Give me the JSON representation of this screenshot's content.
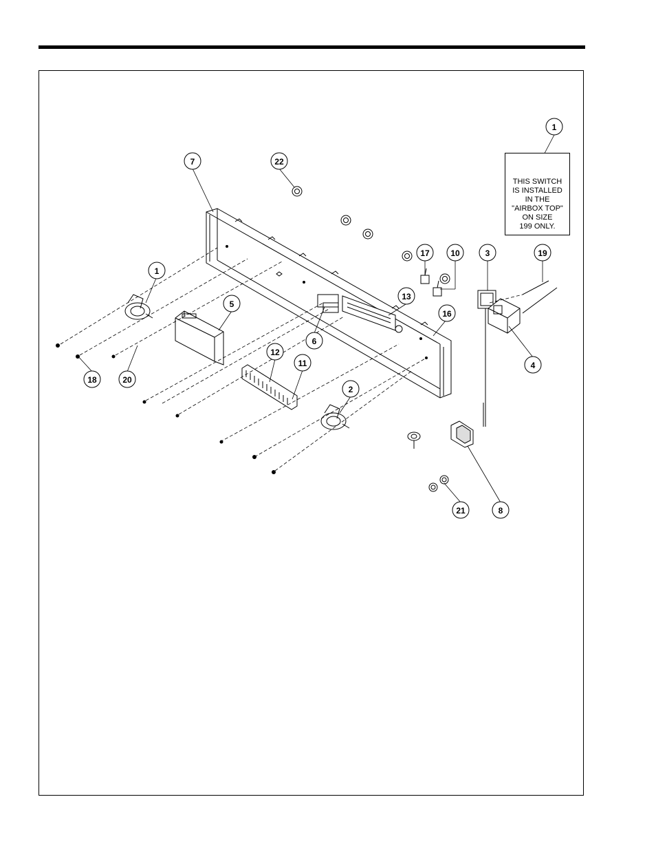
{
  "callouts": {
    "c1_top": "1",
    "c22": "22",
    "c7": "7",
    "c1_left": "1",
    "c17": "17",
    "c10": "10",
    "c3": "3",
    "c19": "19",
    "c13": "13",
    "c16": "16",
    "c5": "5",
    "c6": "6",
    "c4": "4",
    "c12": "12",
    "c11": "11",
    "c18": "18",
    "c20": "20",
    "c2": "2",
    "c21": "21",
    "c8": "8"
  },
  "note": {
    "text": "THIS SWITCH\nIS INSTALLED\nIN THE\n\"AIRBOX TOP\"\nON SIZE\n199 ONLY."
  }
}
